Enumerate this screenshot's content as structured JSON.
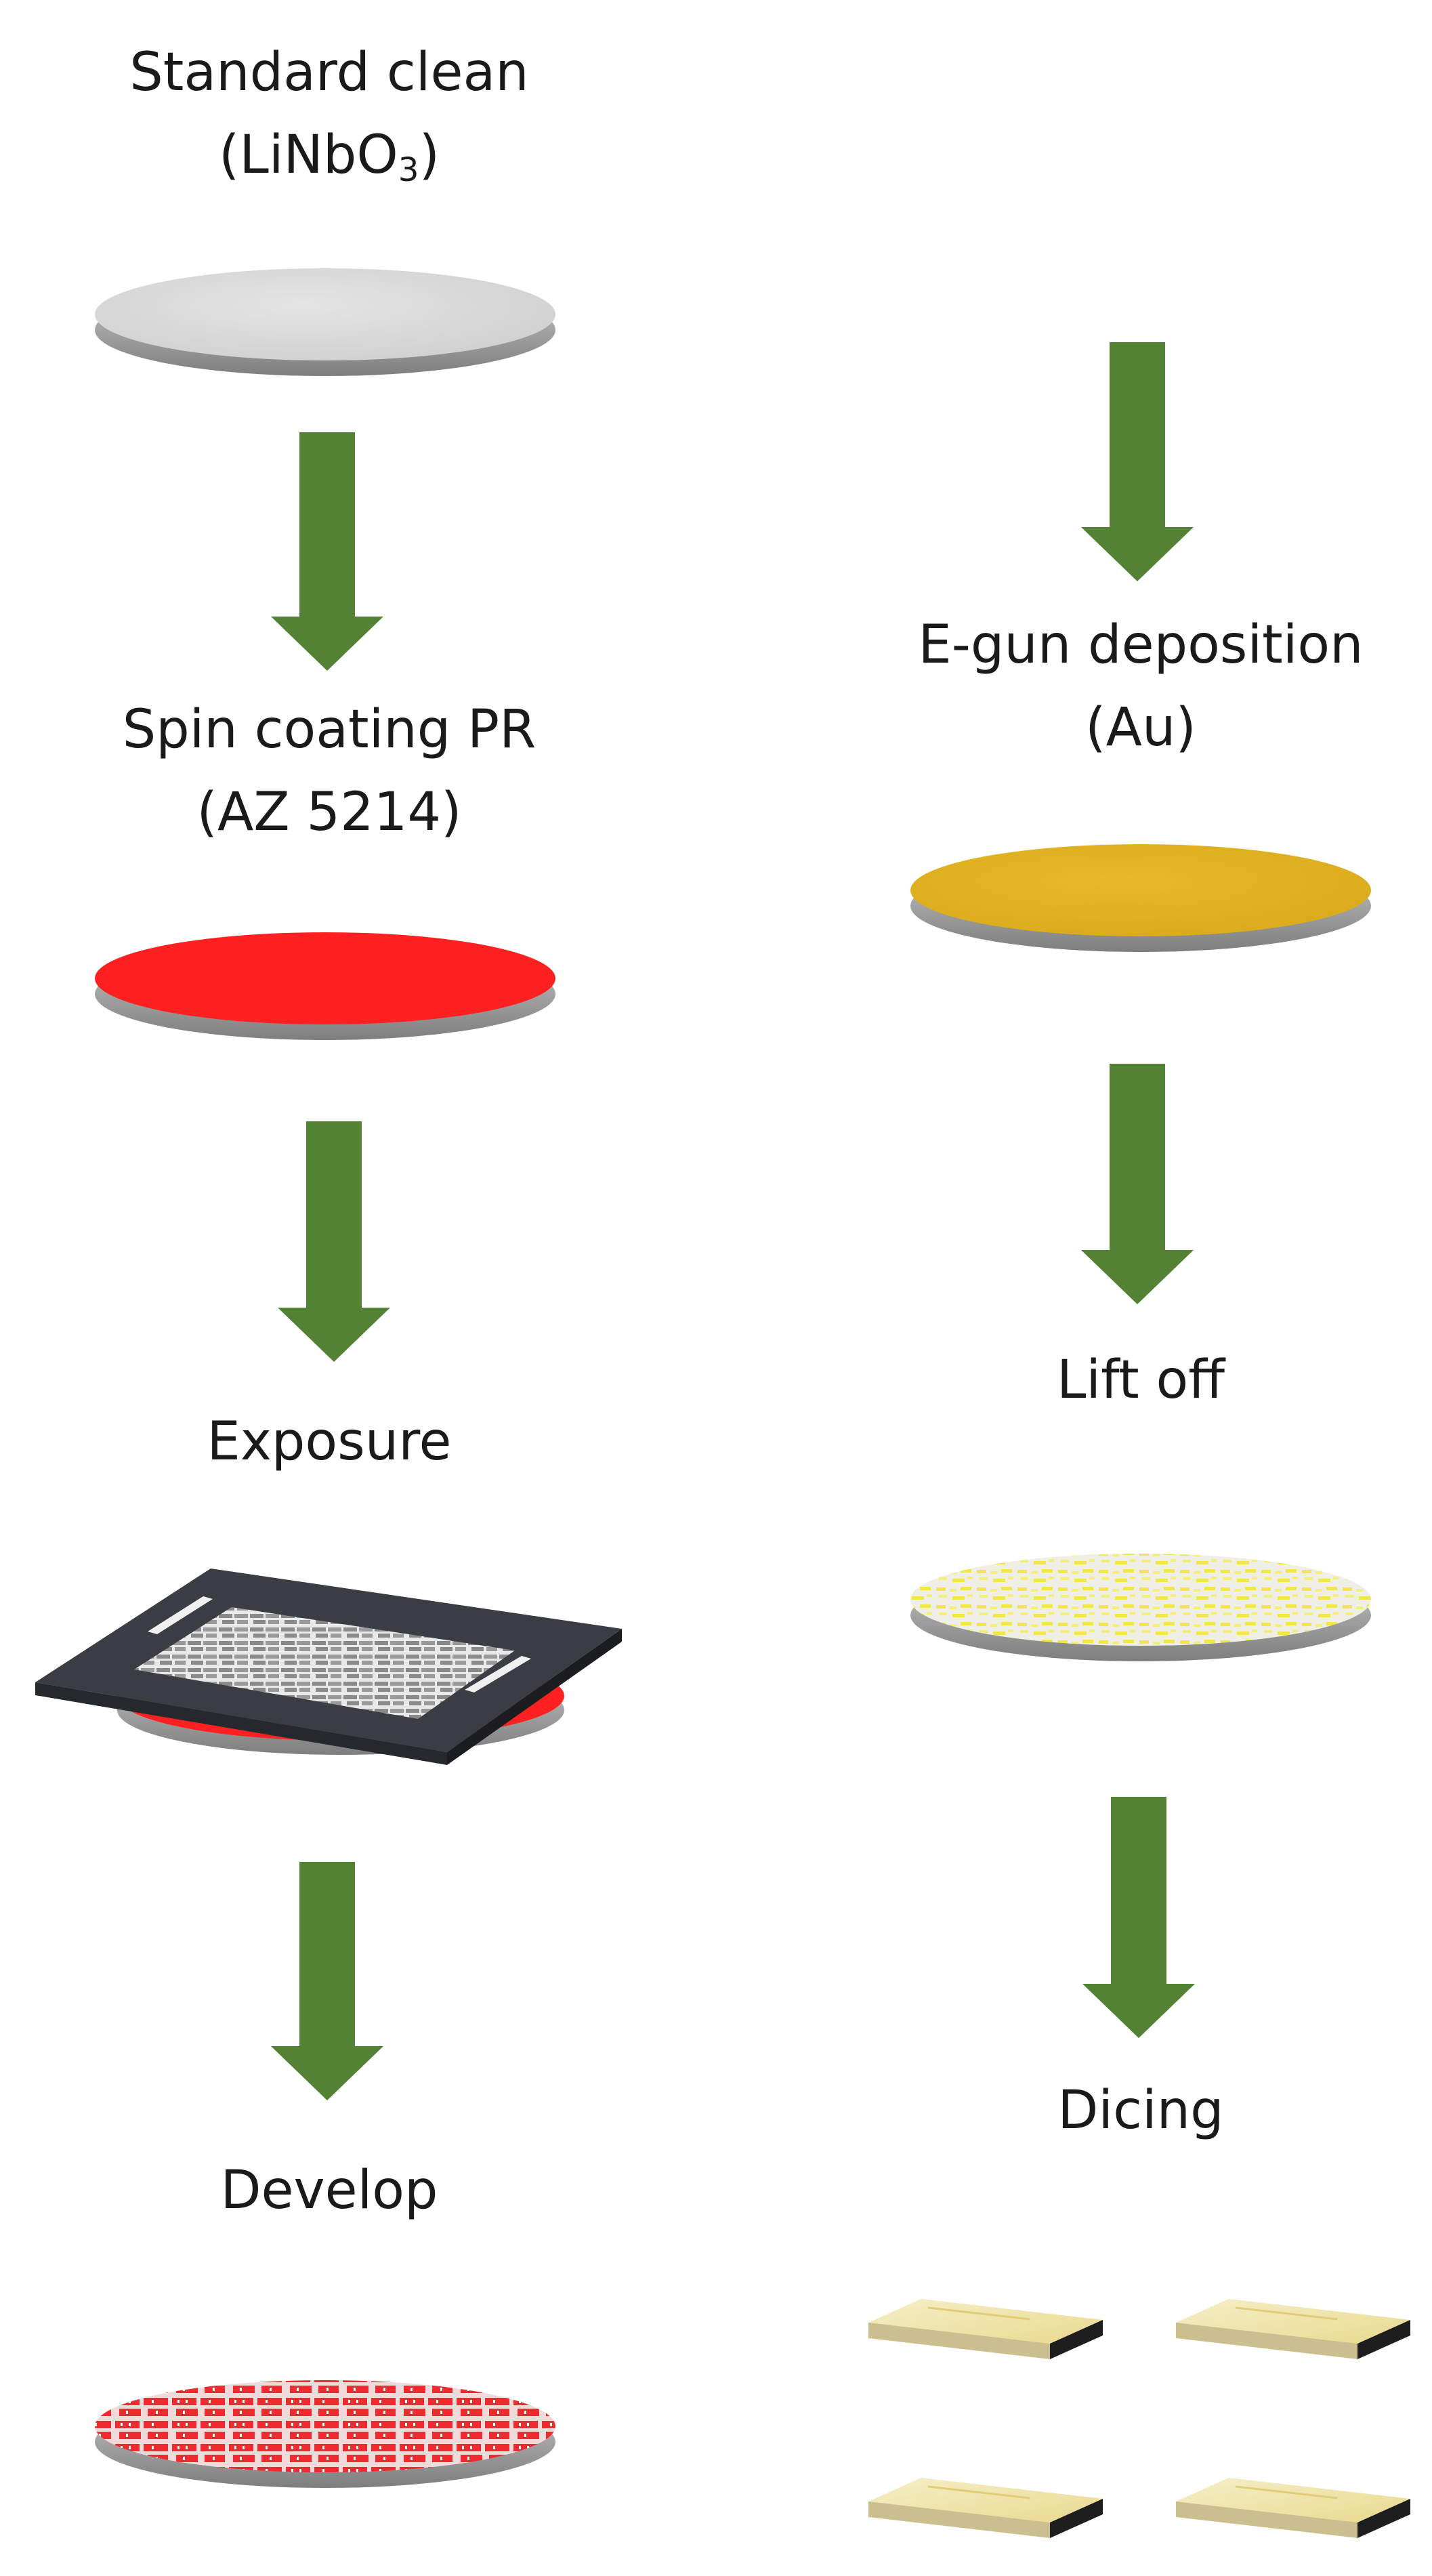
{
  "steps": {
    "standard_clean": {
      "title": "Standard clean",
      "subtitle_prefix": "(LiNbO",
      "subtitle_sub": "3",
      "subtitle_suffix": ")"
    },
    "spin_coating": {
      "title": "Spin coating PR",
      "subtitle": "(AZ 5214)"
    },
    "exposure": {
      "title": "Exposure"
    },
    "develop": {
      "title": "Develop"
    },
    "egun_deposition": {
      "title": "E-gun deposition",
      "subtitle": "(Au)"
    },
    "lift_off": {
      "title": "Lift off"
    },
    "dicing": {
      "title": "Dicing"
    }
  },
  "colors": {
    "arrow": "#548235",
    "wafer_bare": "#d9d9d9",
    "photoresist": "#ff2020",
    "gold": "#e2b320",
    "mask": "#3b3f45",
    "wafer_edge": "#9a9a9a"
  }
}
